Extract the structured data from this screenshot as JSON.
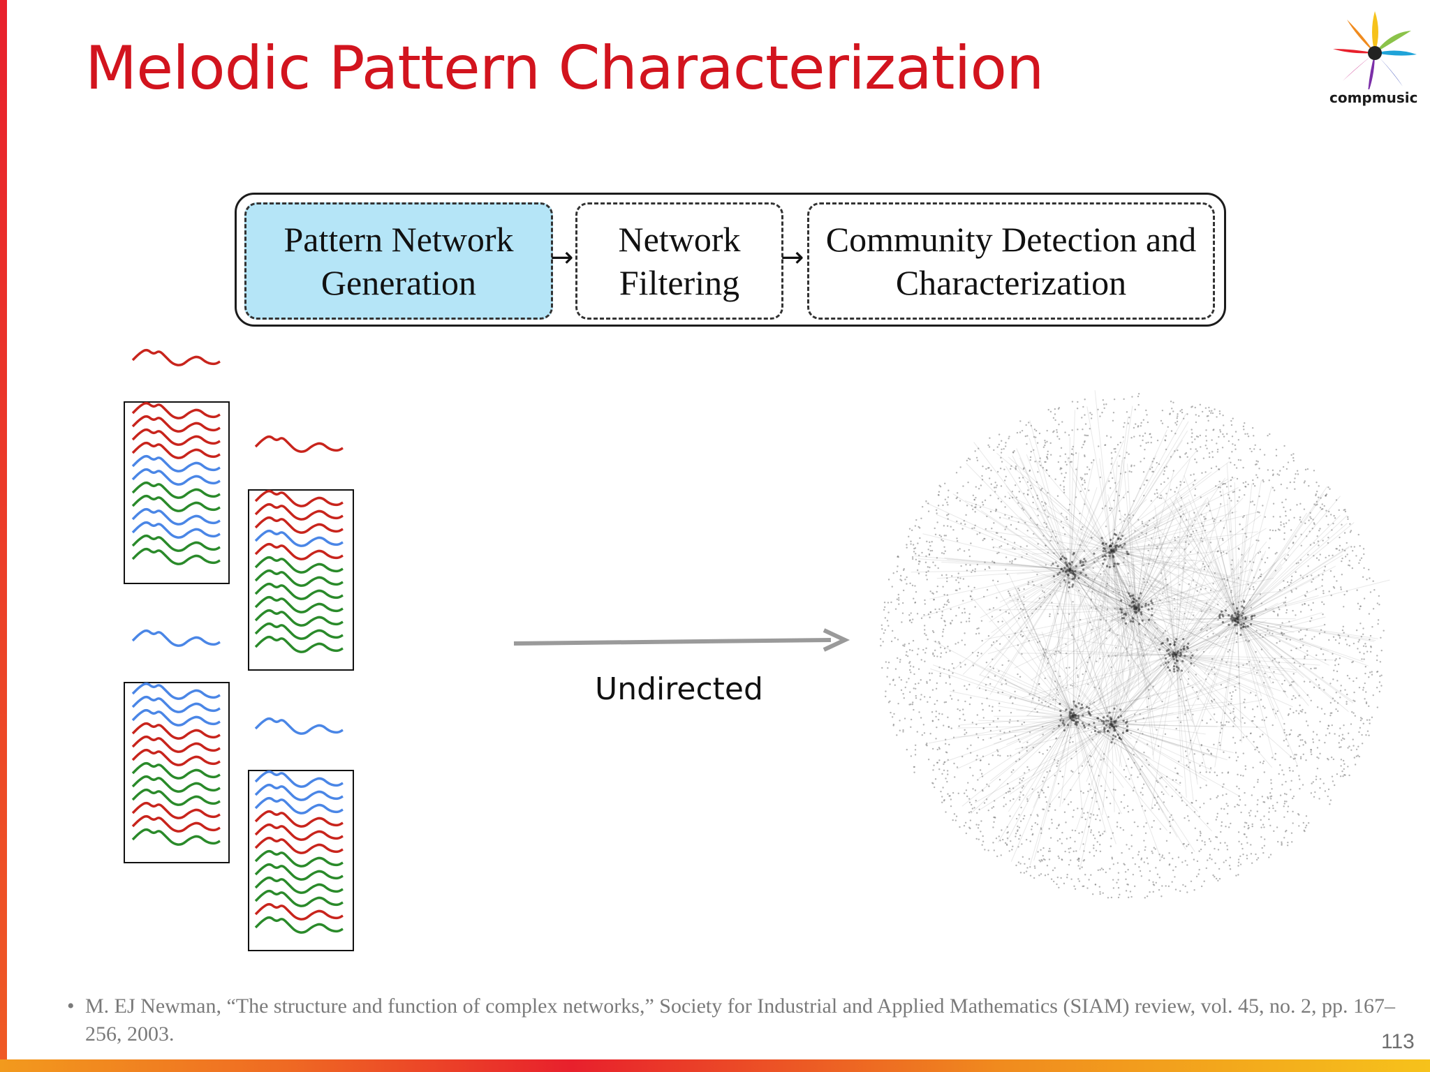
{
  "slide": {
    "title": "Melodic Pattern Characterization",
    "logo_text": "compmusic",
    "page_number": "113"
  },
  "pipeline": {
    "stages": [
      {
        "line1": "Pattern Network",
        "line2": "Generation",
        "highlighted": true
      },
      {
        "line1": "Network",
        "line2": "Filtering",
        "highlighted": false
      },
      {
        "line1": "Community Detection and",
        "line2": "Characterization",
        "highlighted": false
      }
    ]
  },
  "diagram": {
    "edge_label": "Undirected",
    "pattern_colors": {
      "red": "#c8241c",
      "blue": "#4a86e6",
      "green": "#2a8a2a"
    }
  },
  "reference": {
    "bullet": "•",
    "text": "M. EJ Newman, “The structure and function of complex networks,” Society for Industrial and Applied Mathematics (SIAM) review, vol. 45, no. 2, pp. 167–256, 2003."
  },
  "colors": {
    "title": "#d2141e",
    "stage_highlight": "#b5e5f7",
    "arrow": "#999999"
  }
}
